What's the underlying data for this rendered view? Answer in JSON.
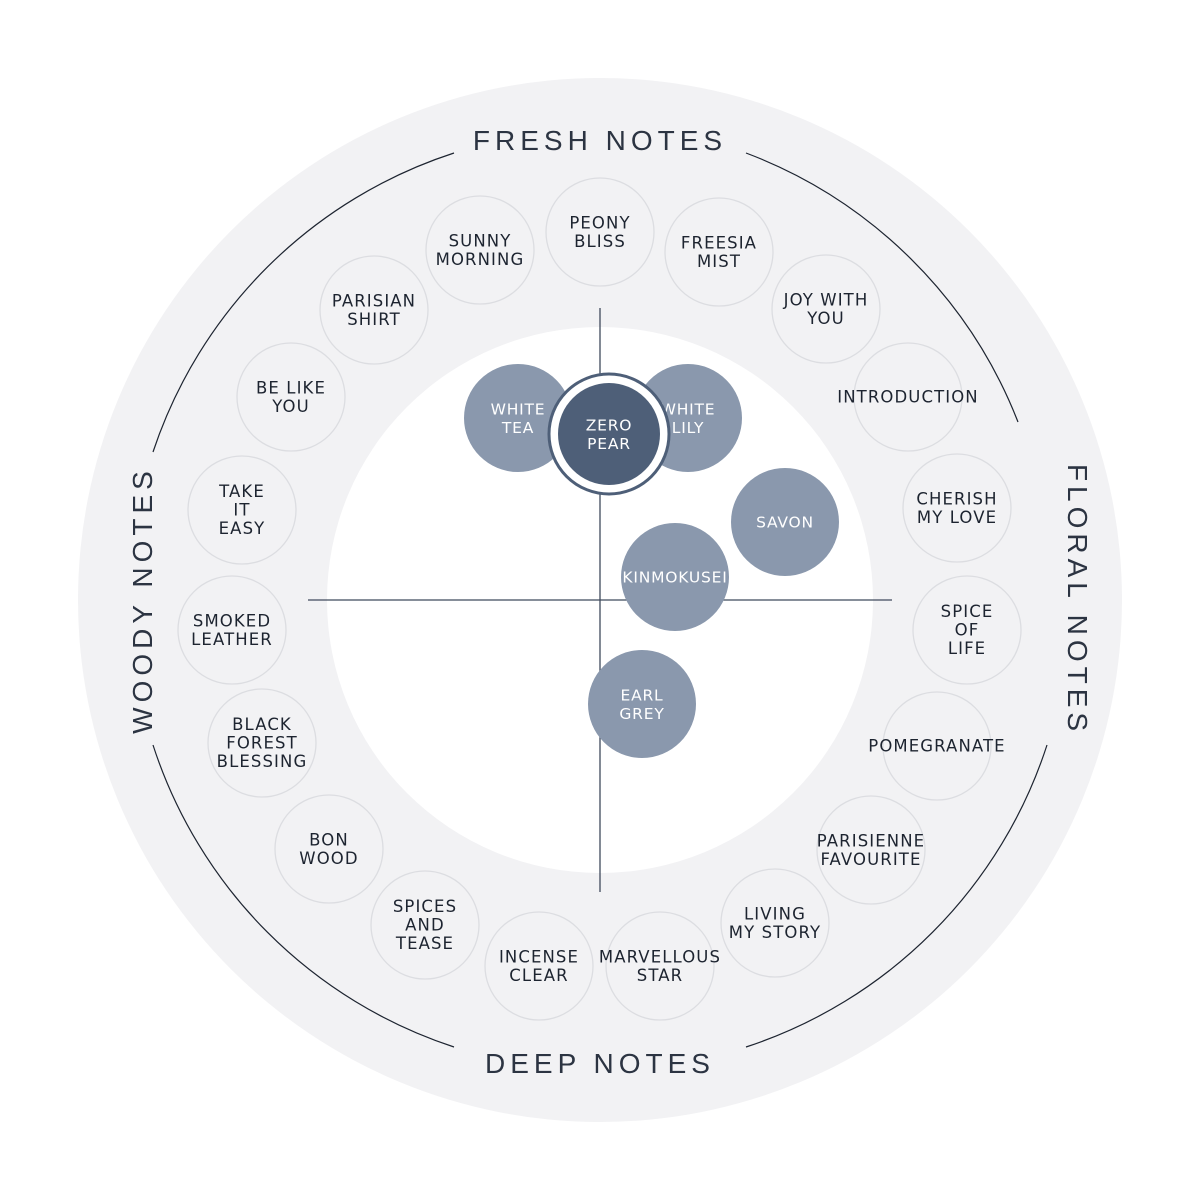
{
  "quadrant_labels": {
    "top": "FRESH NOTES",
    "right": "FLORAL NOTES",
    "bottom": "DEEP NOTES",
    "left": "WOODY NOTES"
  },
  "outer_ring": [
    {
      "key": "peony-bliss",
      "lines": [
        "PEONY",
        "BLISS"
      ]
    },
    {
      "key": "freesia-mist",
      "lines": [
        "FREESIA",
        "MIST"
      ]
    },
    {
      "key": "joy-with-you",
      "lines": [
        "JOY WITH",
        "YOU"
      ]
    },
    {
      "key": "introduction",
      "lines": [
        "INTRODUCTION"
      ]
    },
    {
      "key": "cherish-my-love",
      "lines": [
        "CHERISH",
        "MY LOVE"
      ]
    },
    {
      "key": "spice-of-life",
      "lines": [
        "SPICE",
        "OF",
        "LIFE"
      ]
    },
    {
      "key": "pomegranate",
      "lines": [
        "POMEGRANATE"
      ]
    },
    {
      "key": "parisienne-favourite",
      "lines": [
        "PARISIENNE",
        "FAVOURITE"
      ]
    },
    {
      "key": "living-my-story",
      "lines": [
        "LIVING",
        "MY STORY"
      ]
    },
    {
      "key": "marvellous-star",
      "lines": [
        "MARVELLOUS",
        "STAR"
      ]
    },
    {
      "key": "incense-clear",
      "lines": [
        "INCENSE",
        "CLEAR"
      ]
    },
    {
      "key": "spices-and-tease",
      "lines": [
        "SPICES",
        "AND",
        "TEASE"
      ]
    },
    {
      "key": "bon-wood",
      "lines": [
        "BON",
        "WOOD"
      ]
    },
    {
      "key": "black-forest-blessing",
      "lines": [
        "BLACK",
        "FOREST",
        "BLESSING"
      ]
    },
    {
      "key": "smoked-leather",
      "lines": [
        "SMOKED",
        "LEATHER"
      ]
    },
    {
      "key": "take-it-easy",
      "lines": [
        "TAKE",
        "IT",
        "EASY"
      ]
    },
    {
      "key": "be-like-you",
      "lines": [
        "BE LIKE",
        "YOU"
      ]
    },
    {
      "key": "parisian-shirt",
      "lines": [
        "PARISIAN",
        "SHIRT"
      ]
    },
    {
      "key": "sunny-morning",
      "lines": [
        "SUNNY",
        "MORNING"
      ]
    }
  ],
  "inner_scents": [
    {
      "key": "white-tea",
      "lines": [
        "WHITE",
        "TEA"
      ]
    },
    {
      "key": "white-lily",
      "lines": [
        "WHITE",
        "LILY"
      ]
    },
    {
      "key": "savon",
      "lines": [
        "SAVON"
      ]
    },
    {
      "key": "kinmokusei",
      "lines": [
        "KINMOKUSEI"
      ]
    },
    {
      "key": "earl-grey",
      "lines": [
        "EARL",
        "GREY"
      ]
    },
    {
      "key": "zero-pear",
      "lines": [
        "ZERO",
        "PEAR"
      ],
      "highlighted": true
    }
  ],
  "colors": {
    "ring_background": "#f2f2f4",
    "outer_circle_fill": "#f2f2f4",
    "outer_circle_stroke": "#dcdde1",
    "inner_circle_fill": "#8a98ad",
    "highlight_circle_fill": "#4e5f78",
    "highlight_ring_stroke": "#4e5f78",
    "axis_line": "#3f4a5c",
    "ring_line": "#1d2430",
    "outer_text": "#1d2430",
    "inner_text": "#ffffff"
  }
}
